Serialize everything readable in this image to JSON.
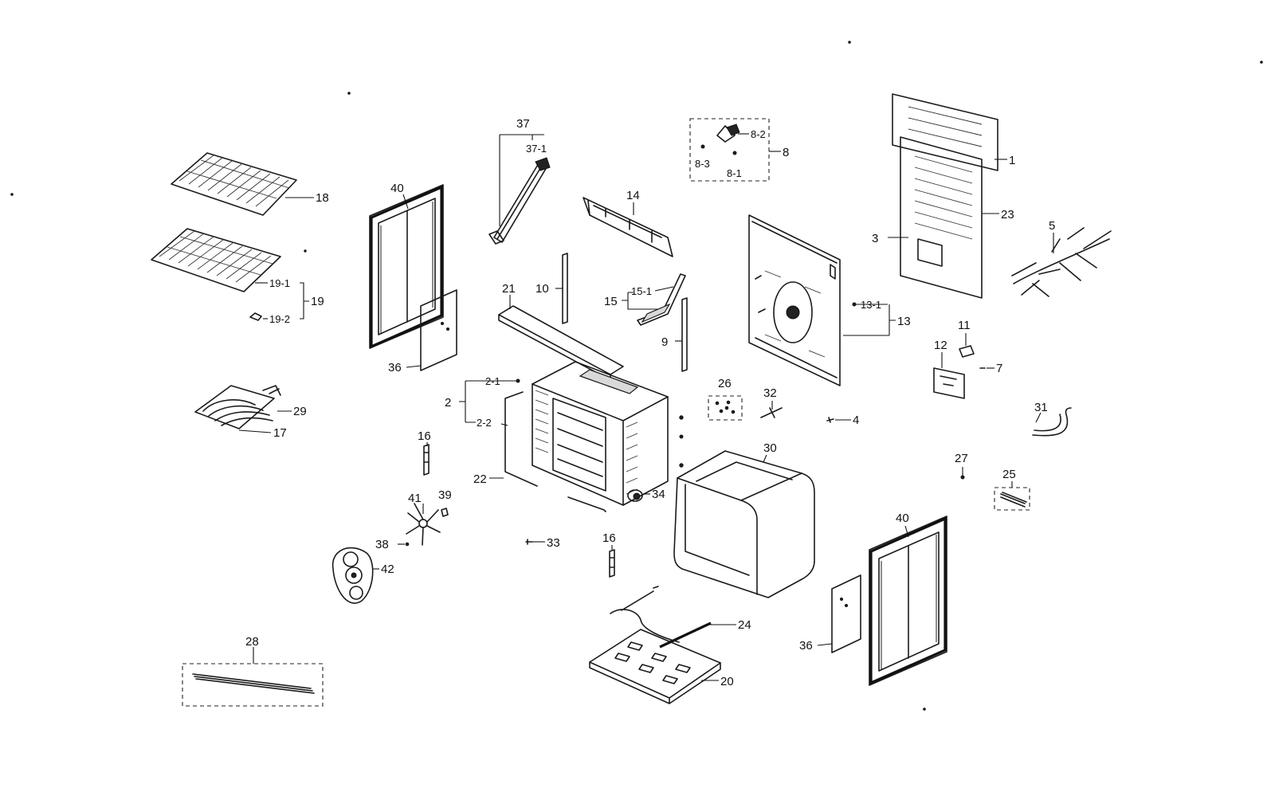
{
  "callouts": {
    "c1": "1",
    "c2": "2",
    "c2_1": "2-1",
    "c2_2": "2-2",
    "c3": "3",
    "c4": "4",
    "c5": "5",
    "c7": "7",
    "c8": "8",
    "c8_1": "8-1",
    "c8_2": "8-2",
    "c8_3": "8-3",
    "c9": "9",
    "c10": "10",
    "c11": "11",
    "c12": "12",
    "c13": "13",
    "c13_1": "13-1",
    "c14": "14",
    "c15": "15",
    "c15_1": "15-1",
    "c16a": "16",
    "c16b": "16",
    "c17": "17",
    "c18": "18",
    "c19": "19",
    "c19_1": "19-1",
    "c19_2": "19-2",
    "c20": "20",
    "c21": "21",
    "c22": "22",
    "c23": "23",
    "c24": "24",
    "c25": "25",
    "c26": "26",
    "c27": "27",
    "c28": "28",
    "c29": "29",
    "c30": "30",
    "c31": "31",
    "c32": "32",
    "c33": "33",
    "c34": "34",
    "c36a": "36",
    "c36b": "36",
    "c37": "37",
    "c37_1": "37-1",
    "c38": "38",
    "c39": "39",
    "c40a": "40",
    "c40b": "40",
    "c41": "41",
    "c42": "42"
  },
  "colors": {
    "ink": "#1a1a1a",
    "paper": "#ffffff"
  }
}
